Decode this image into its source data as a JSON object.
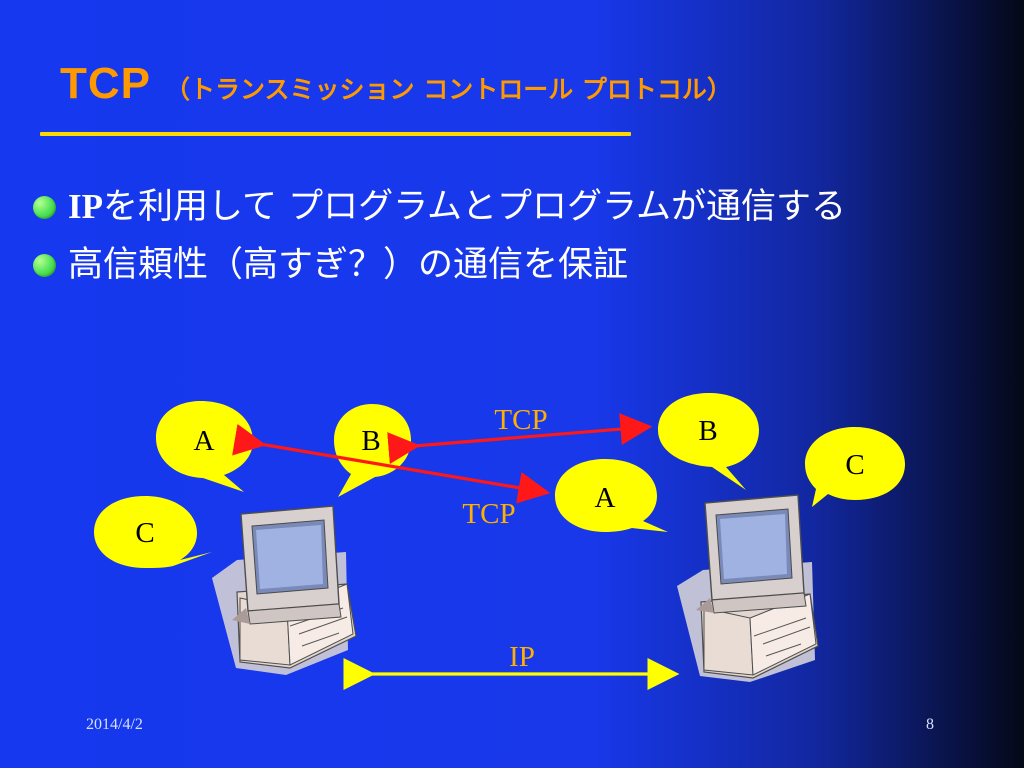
{
  "slide": {
    "title_main": "TCP",
    "title_sub": "（トランスミッション コントロール プロトコル）",
    "bullets": [
      {
        "ip": "IP",
        "text": "を利用して プログラムとプログラムが通信する"
      },
      {
        "text": "高信頼性（高すぎ？）の通信を保証"
      }
    ],
    "diagram": {
      "left_computer": {
        "bubbles": [
          "A",
          "B",
          "C"
        ]
      },
      "right_computer": {
        "bubbles": [
          "B",
          "C",
          "A"
        ]
      },
      "tcp_labels": [
        "TCP",
        "TCP"
      ],
      "ip_label": "IP"
    },
    "footer": {
      "date": "2014/4/2",
      "page": "8"
    }
  },
  "colors": {
    "title": "#ff9900",
    "underline": "#ffd900",
    "bullet": "#4bd94d",
    "bubble_fill": "#ffff00",
    "tcp_line": "#ff1818",
    "ip_line": "#ffff00",
    "label_orange": "#ffb000"
  },
  "icons": {
    "bullet": "round-bullet-icon",
    "computer": "desktop-computer-icon"
  }
}
